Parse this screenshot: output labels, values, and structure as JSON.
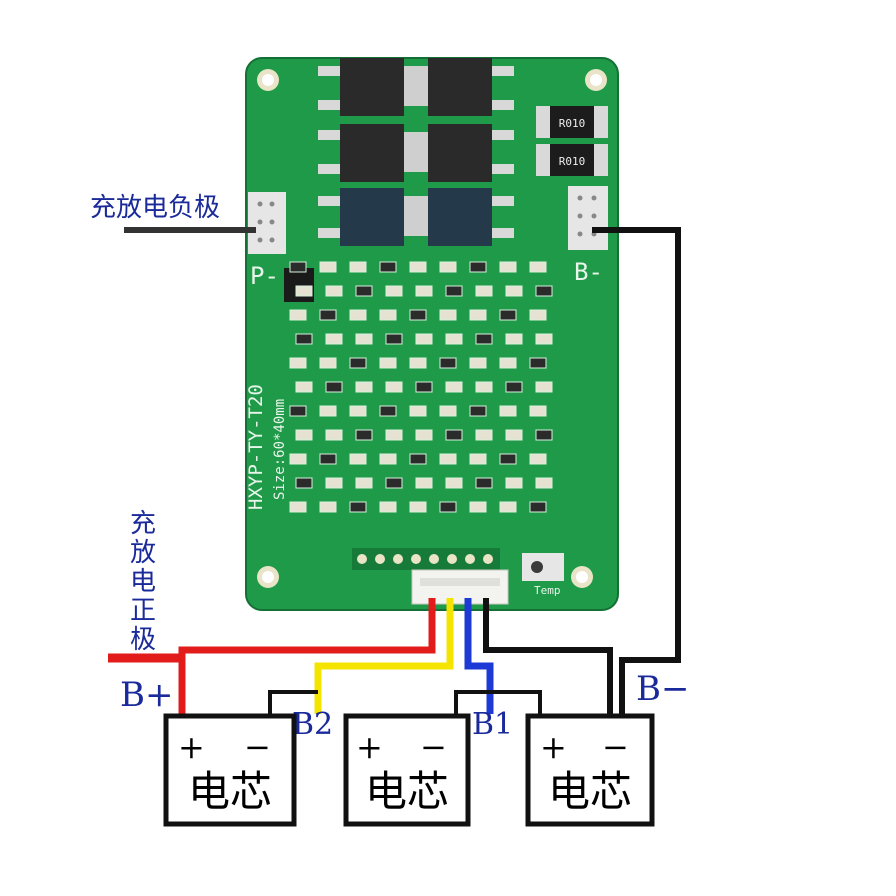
{
  "labels": {
    "charge_discharge_negative": "充放电负极",
    "charge_discharge_positive_chars": [
      "充",
      "放",
      "电",
      "正",
      "极"
    ],
    "p_minus": "P-",
    "b_minus_board": "B-",
    "b_minus_wire": "B−",
    "b_plus": "B+",
    "b1": "B1",
    "b2": "B2",
    "board_model": "HXYP-TY-T20",
    "board_size": "Size:60*40mm",
    "temp": "Temp",
    "resistor_1": "R010",
    "resistor_2": "R010"
  },
  "cells": [
    {
      "plus": "+",
      "minus": "−",
      "label": "电芯"
    },
    {
      "plus": "+",
      "minus": "−",
      "label": "电芯"
    },
    {
      "plus": "+",
      "minus": "−",
      "label": "电芯"
    }
  ],
  "colors": {
    "pcb": "#1f9a48",
    "pcb_dark": "#167a38",
    "wire_red": "#e21b1b",
    "wire_yellow": "#f5e400",
    "wire_blue": "#1d3ad6",
    "wire_black": "#111111",
    "label_blue": "#1a2a9a"
  }
}
